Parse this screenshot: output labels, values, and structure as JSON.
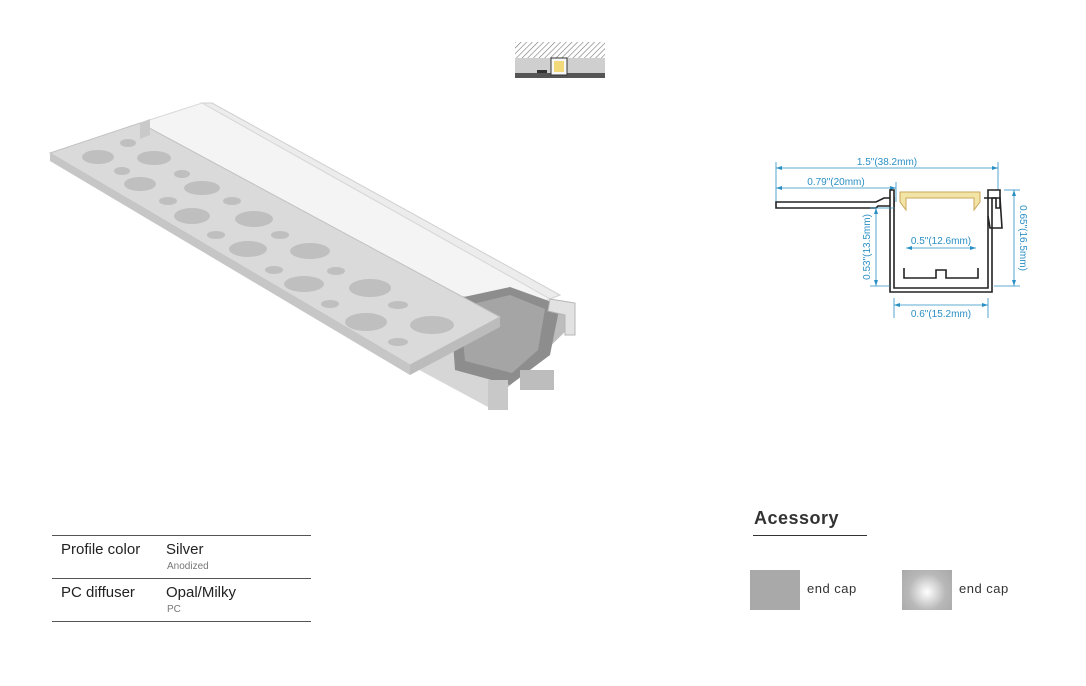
{
  "specs": [
    {
      "label": "Profile color",
      "value": "Silver",
      "sub": "Anodized"
    },
    {
      "label": "PC diffuser",
      "value": "Opal/Milky",
      "sub": "PC"
    }
  ],
  "accessory": {
    "title": "Acessory",
    "items": [
      {
        "label": "end cap",
        "icon": "flat-end-cap"
      },
      {
        "label": "end cap",
        "icon": "glow-end-cap"
      }
    ]
  },
  "dimensions": {
    "overall_width": "1.5\"(38.2mm)",
    "flange_width": "0.79\"(20mm)",
    "inner_width": "0.5\"(12.6mm)",
    "body_width": "0.6\"(15.2mm)",
    "inner_height": "0.53\"(13.5mm)",
    "overall_height": "0.65\"(16.5mm)"
  },
  "colors": {
    "dimension_line": "#2a8fc4",
    "profile": "#dcdcdc",
    "diffuser": "#f2e3a6",
    "rule": "#555555"
  }
}
